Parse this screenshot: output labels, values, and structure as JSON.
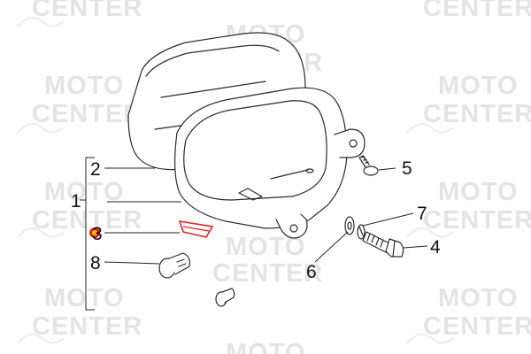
{
  "watermark": {
    "brand_line1": "MOTO",
    "brand_line2": "CENTER"
  },
  "callouts": [
    {
      "id": "1",
      "label": "1"
    },
    {
      "id": "2",
      "label": "2"
    },
    {
      "id": "3",
      "label": "3",
      "highlighted": true
    },
    {
      "id": "4",
      "label": "4"
    },
    {
      "id": "5",
      "label": "5"
    },
    {
      "id": "6",
      "label": "6"
    },
    {
      "id": "7",
      "label": "7"
    },
    {
      "id": "8",
      "label": "8"
    }
  ],
  "colors": {
    "highlight": "#e02020",
    "highlight_dot": "#ffd000",
    "line": "#2a2a2a",
    "watermark": "#e4e4e4"
  }
}
